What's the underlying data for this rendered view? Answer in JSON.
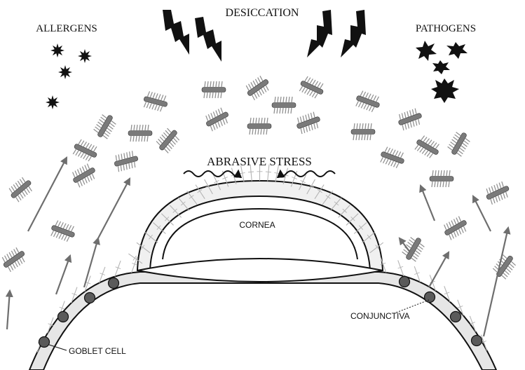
{
  "labels": {
    "desiccation": "DESICCATION",
    "allergens": "ALLERGENS",
    "pathogens": "PATHOGENS",
    "abrasive_stress": "ABRASIVE STRESS",
    "cornea": "CORNEA",
    "conjunctiva": "CONJUNCTIVA",
    "goblet_cell": "GOBLET CELL"
  },
  "colors": {
    "ink": "#111111",
    "arrow": "#6e6e6e",
    "mucin_core": "#7a7a7a",
    "mucin_glyco": "#8c8c8c",
    "tissue_fill": "#e6e6e6",
    "cell": "#5a5a5a",
    "glycocalyx": "#b4b4b4"
  },
  "icons": {
    "allergen": "eight-point-star-icon",
    "pathogen": "spiky-burst-icon",
    "desiccation": "lightning-bolt-icon",
    "abrasion": "wavy-arrow-icon"
  }
}
